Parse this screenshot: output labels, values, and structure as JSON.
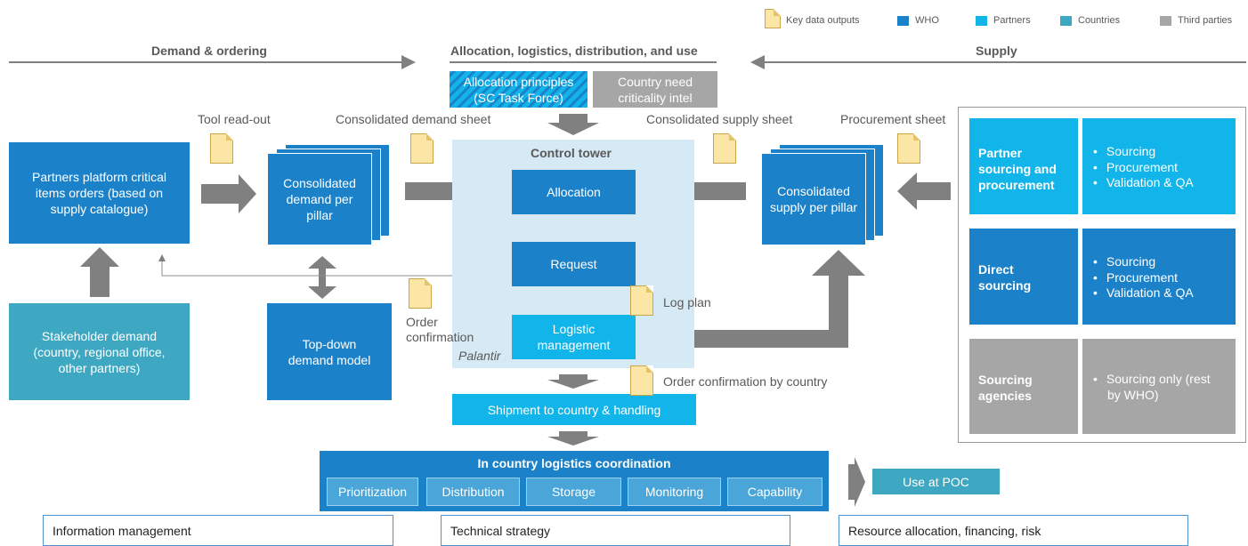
{
  "legend": [
    {
      "label": "Key data outputs",
      "color": "#fbe6a6"
    },
    {
      "label": "WHO",
      "color": "#1b82c9"
    },
    {
      "label": "Partners",
      "color": "#12b5ea"
    },
    {
      "label": "Countries",
      "color": "#3ea8c2"
    },
    {
      "label": "Third parties",
      "color": "#a6a6a6"
    }
  ],
  "headers": {
    "demand": "Demand & ordering",
    "allocation": "Allocation, logistics, distribution, and use",
    "supply": "Supply"
  },
  "top_boxes": {
    "principles": "Allocation principles (SC Task Force)",
    "criticality": "Country need criticality intel"
  },
  "doc_labels": {
    "tool": "Tool read-out",
    "demand_sheet": "Consolidated demand sheet",
    "supply_sheet": "Consolidated supply sheet",
    "procurement": "Procurement sheet",
    "log_plan": "Log plan",
    "order_conf": "Order confirmation",
    "order_conf_country": "Order confirmation by country"
  },
  "left": {
    "partners_platform": "Partners platform critical items orders (based on supply catalogue)",
    "stakeholder": "Stakeholder demand (country, regional office, other partners)",
    "consolidated_demand": "Consolidated demand per pillar",
    "topdown": "Top-down demand model"
  },
  "control": {
    "title": "Control tower",
    "allocation": "Allocation",
    "request": "Request",
    "logistic": "Logistic management",
    "palantir": "Palantir"
  },
  "shipment": "Shipment to country & handling",
  "consolidated_supply": "Consolidated supply per pillar",
  "sourcing": [
    {
      "title": "Partner sourcing and procurement",
      "items": [
        "Sourcing",
        "Procurement",
        "Validation & QA"
      ]
    },
    {
      "title": "Direct sourcing",
      "items": [
        "Sourcing",
        "Procurement",
        "Validation & QA"
      ]
    },
    {
      "title": "Sourcing agencies",
      "items": [
        "Sourcing only (rest by WHO)"
      ]
    }
  ],
  "in_country": {
    "title": "In country logistics coordination",
    "segments": [
      "Prioritization",
      "Distribution",
      "Storage",
      "Monitoring",
      "Capability"
    ]
  },
  "use_poc": "Use at POC",
  "bottom": [
    "Information management",
    "Technical strategy",
    "Resource allocation, financing, risk"
  ]
}
